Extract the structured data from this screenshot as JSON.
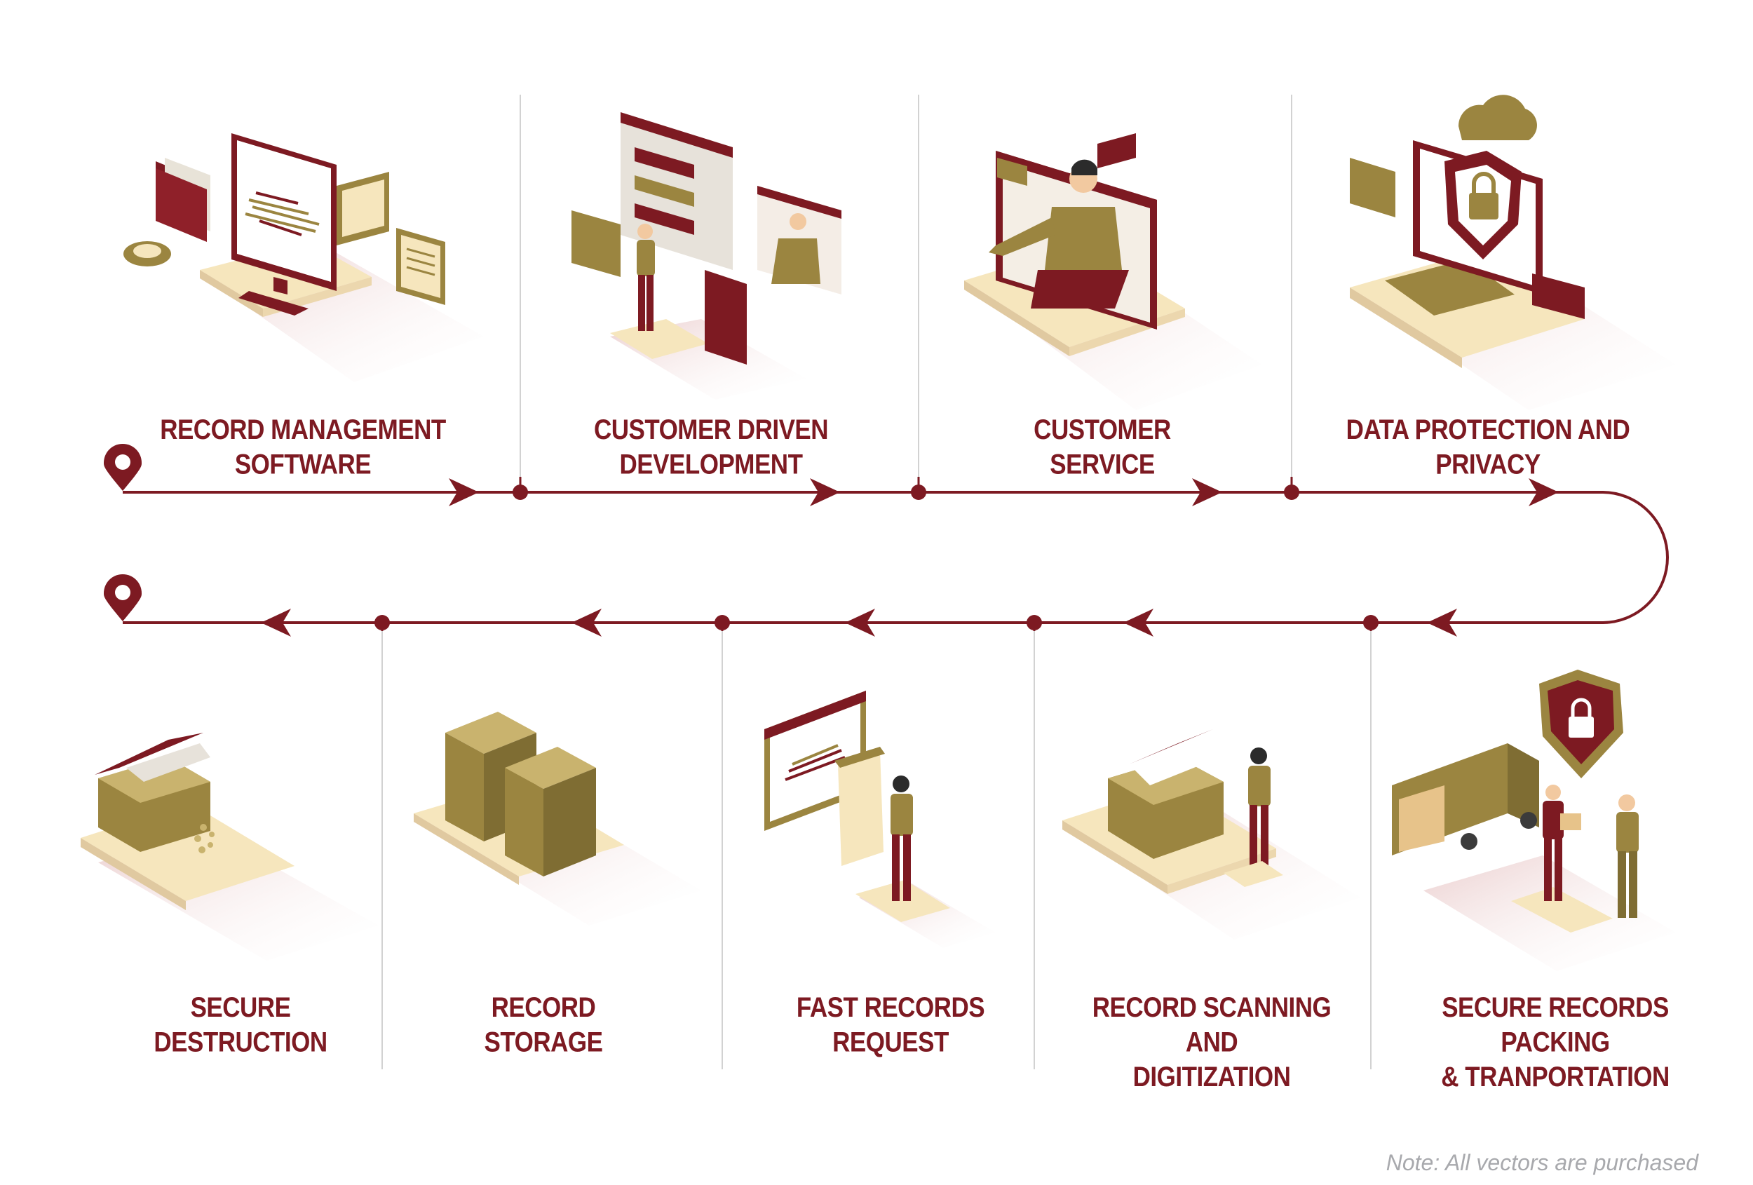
{
  "steps_top": [
    {
      "line1": "RECORD MANAGEMENT",
      "line2": "SOFTWARE"
    },
    {
      "line1": "CUSTOMER DRIVEN",
      "line2": "DEVELOPMENT"
    },
    {
      "line1": "CUSTOMER",
      "line2": "SERVICE"
    },
    {
      "line1": "DATA PROTECTION AND",
      "line2": "PRIVACY"
    }
  ],
  "steps_bottom": [
    {
      "line1": "SECURE RECORDS PACKING",
      "line2": "& TRANPORTATION"
    },
    {
      "line1": "RECORD SCANNING AND",
      "line2": "DIGITIZATION"
    },
    {
      "line1": "FAST RECORDS",
      "line2": "REQUEST"
    },
    {
      "line1": "RECORD",
      "line2": "STORAGE"
    },
    {
      "line1": "SECURE",
      "line2": "DESTRUCTION"
    }
  ],
  "note": "Note: All vectors are purchased",
  "colors": {
    "maroon": "#7d1a22",
    "olive": "#9b8540",
    "cream": "#f6e6bd",
    "grey": "#cfcfcf"
  }
}
